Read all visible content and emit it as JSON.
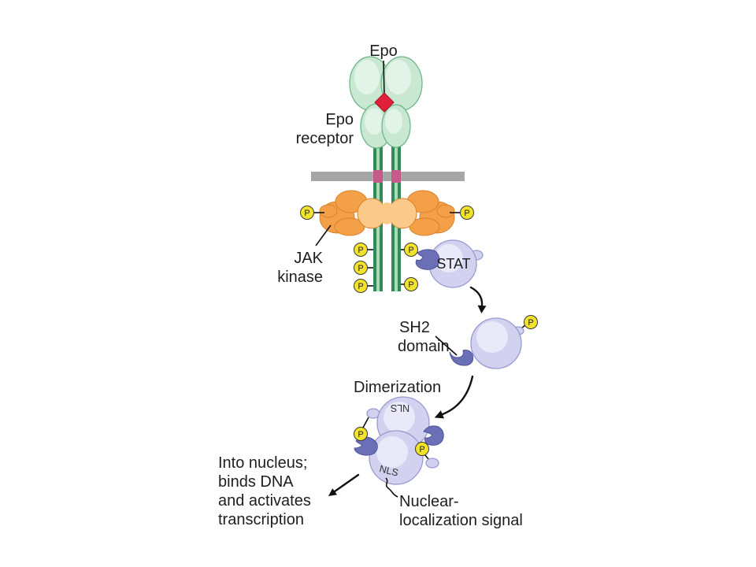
{
  "figure": {
    "ligand_label": "Epo",
    "receptor_label": [
      "Epo",
      "receptor"
    ],
    "kinase_label": [
      "JAK",
      "kinase"
    ],
    "stat_label": "STAT",
    "sh2_label": [
      "SH2",
      "domain"
    ],
    "dimerization_label": "Dimerization",
    "phosphate_label": "P",
    "nls_label": "NLS",
    "nucleus_label": [
      "Into nucleus;",
      "binds DNA",
      "and activates",
      "transcription"
    ],
    "nls_signal_label": [
      "Nuclear-",
      "localization signal"
    ]
  },
  "colors": {
    "receptor": "#c9e8d2",
    "receptor_stem": "#2f8c58",
    "membrane": "#a6a6a6",
    "transmembrane": "#c5598a",
    "jak": "#f4a049",
    "jak_light": "#fbc98a",
    "stat": "#d2d2f0",
    "sh2": "#6a6fb6",
    "phosphate": "#f2e32a",
    "epo": "#e3203a"
  }
}
